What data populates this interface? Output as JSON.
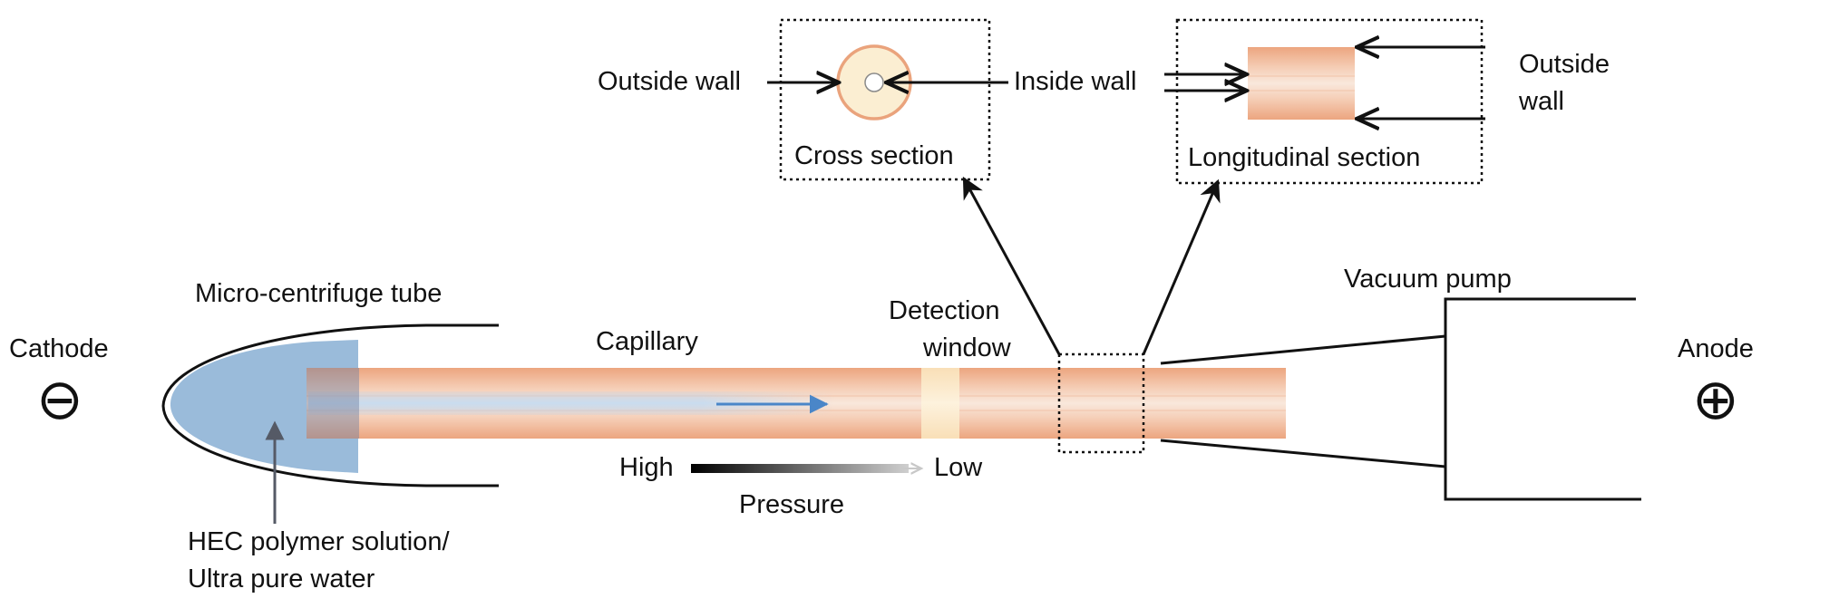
{
  "labels": {
    "cathode": "Cathode",
    "cathode_symbol": "⊖",
    "anode": "Anode",
    "anode_symbol": "⊕",
    "micro_centrifuge_tube": "Micro-centrifuge tube",
    "capillary": "Capillary",
    "detection_window_line1": "Detection",
    "detection_window_line2": "window",
    "vacuum_pump": "Vacuum pump",
    "high": "High",
    "low": "Low",
    "pressure": "Pressure",
    "hec_line1": "HEC polymer solution/",
    "hec_line2": "Ultra pure water"
  },
  "cross_section": {
    "outside_wall": "Outside wall",
    "inside_wall": "Inside wall",
    "caption": "Cross section"
  },
  "longitudinal_section": {
    "outside_wall_line1": "Outside",
    "outside_wall_line2": "wall",
    "caption": "Longitudinal section"
  },
  "colors": {
    "capillary_wall": "#eaa37c",
    "capillary_inner": "#f7e2d6",
    "solution_blue": "#8fb4d6",
    "detection_window": "#fbe7c3",
    "flow_arrow": "#4a86c8"
  }
}
